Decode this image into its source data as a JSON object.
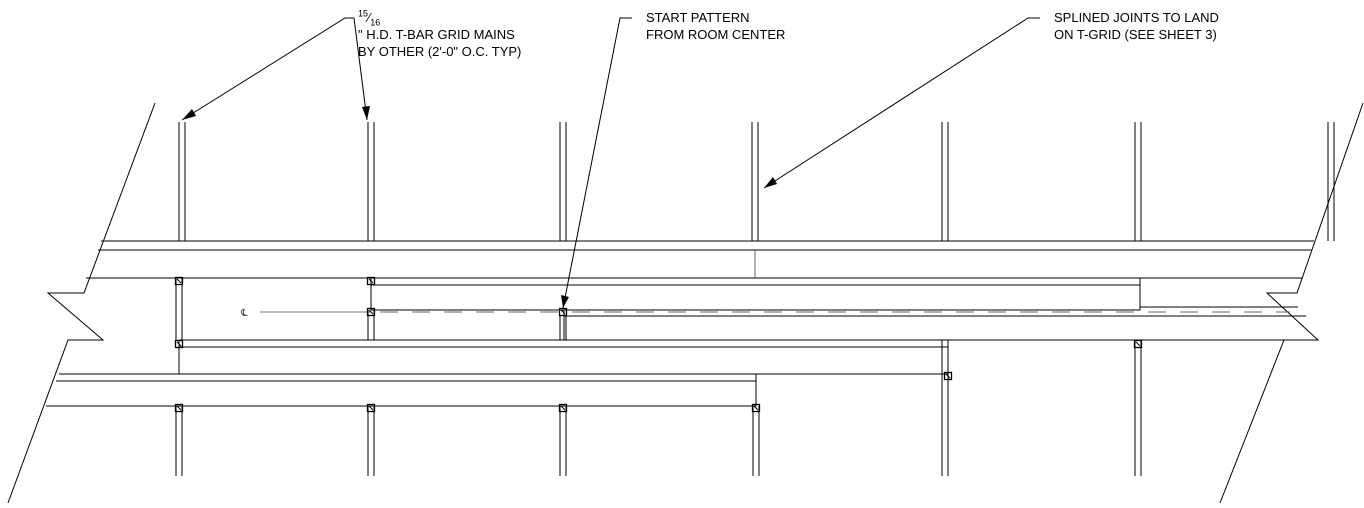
{
  "notes": {
    "grid_mains": {
      "fraction_num": "15",
      "fraction_den": "16",
      "line1_rest": "\" H.D. T-BAR GRID MAINS",
      "line2": "BY OTHER (2'-0\" O.C. TYP)"
    },
    "start_pattern": {
      "line1": "START PATTERN",
      "line2": "FROM ROOM CENTER"
    },
    "splined_joints": {
      "line1": "SPLINED JOINTS TO LAND",
      "line2": "ON T-GRID (SEE SHEET 3)"
    }
  },
  "centerline_symbol": "℄"
}
